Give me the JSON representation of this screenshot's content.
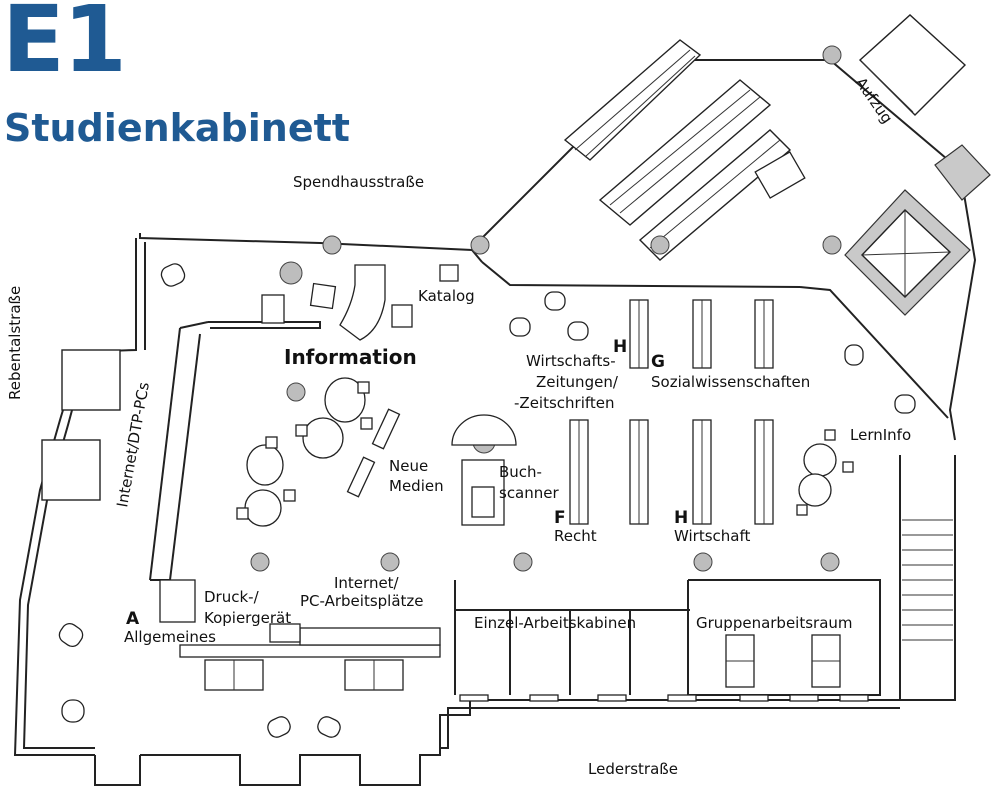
{
  "title": {
    "code": "E1",
    "name": "Studienkabinett"
  },
  "streets": {
    "north": "Spendhausstraße",
    "west": "Rebentalstraße",
    "south": "Lederstraße"
  },
  "labels": {
    "information": "Information",
    "katalog": "Katalog",
    "aufzug": "Aufzug",
    "lerninfo": "LernInfo",
    "neue_medien_1": "Neue",
    "neue_medien_2": "Medien",
    "buchscanner_1": "Buch-",
    "buchscanner_2": "scanner",
    "internet_dtp": "Internet/DTP-PCs",
    "druck_1": "Druck-/",
    "druck_2": "Kopiergerät",
    "internet_pc_1": "Internet/",
    "internet_pc_2": "PC-Arbeitsplätze",
    "einzel": "Einzel-Arbeitskabinen",
    "gruppen": "Gruppenarbeitsraum"
  },
  "sections": [
    {
      "letter": "A",
      "name": "Allgemeines"
    },
    {
      "letter": "F",
      "name": "Recht"
    },
    {
      "letter": "H",
      "name": "Wirtschaft"
    },
    {
      "letter": "G",
      "name": "Sozialwissenschaften"
    },
    {
      "letter": "H",
      "name_1": "Wirtschafts-",
      "name_2": "Zeitungen/",
      "name_3": "-Zeitschriften"
    }
  ]
}
